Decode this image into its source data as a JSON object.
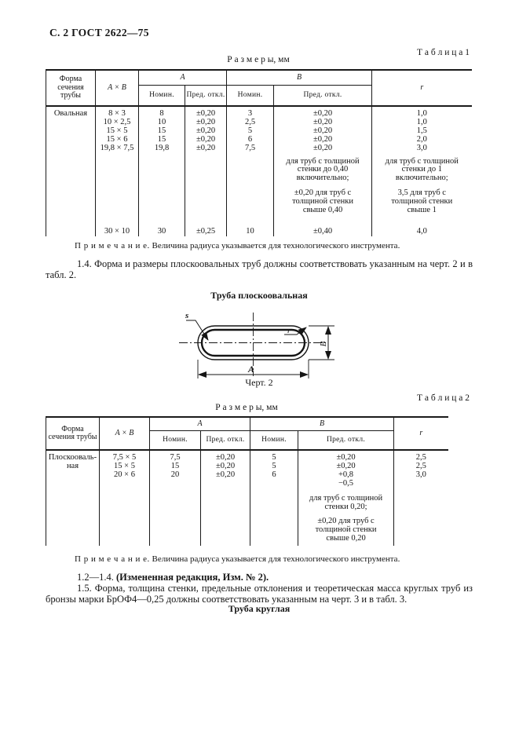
{
  "page": {
    "header": "С. 2 ГОСТ 2622—75"
  },
  "note": {
    "label": "П р и м е ч а н и е.",
    "text": "Величина радиуса указывается для технологического инструмента."
  },
  "table1": {
    "label": "Т а б л и ц а  1",
    "units": "Р а з м е р ы, мм",
    "headers": {
      "shape": "Форма\nсечения\nтрубы",
      "axb": "A × B",
      "a": "A",
      "b": "B",
      "r": "r",
      "nominal": "Номин.",
      "deviation": "Пред. откл."
    },
    "shape": "Овальная",
    "rows": [
      {
        "axb": "8 × 3",
        "a_nom": "8",
        "a_dev": "±0,20",
        "b_nom": "3",
        "b_dev": "±0,20",
        "r": "1,0"
      },
      {
        "axb": "10 × 2,5",
        "a_nom": "10",
        "a_dev": "±0,20",
        "b_nom": "2,5",
        "b_dev": "±0,20",
        "r": "1,0"
      },
      {
        "axb": "15 × 5",
        "a_nom": "15",
        "a_dev": "±0,20",
        "b_nom": "5",
        "b_dev": "±0,20",
        "r": "1,5"
      },
      {
        "axb": "15 × 6",
        "a_nom": "15",
        "a_dev": "±0,20",
        "b_nom": "6",
        "b_dev": "±0,20",
        "r": "2,0"
      },
      {
        "axb": "19,8 × 7,5",
        "a_nom": "19,8",
        "a_dev": "±0,20",
        "b_nom": "7,5",
        "b_dev": "±0,20",
        "r": "3,0"
      }
    ],
    "b_dev_note1": "для труб с толщиной\nстенки до 0,40\nвключительно;",
    "b_dev_note2": "±0,20 для труб с\nтолщиной стенки\nсвыше 0,40",
    "r_note1": "для труб с толщиной\nстенки до 1\nвключительно;",
    "r_note2": "3,5 для труб с\nтолщиной стенки\nсвыше 1",
    "last_row": {
      "axb": "30 × 10",
      "a_nom": "30",
      "a_dev": "±0,25",
      "b_nom": "10",
      "b_dev": "±0,40",
      "r": "4,0"
    }
  },
  "para_1_4": "1.4. Форма и размеры плоскоовальных труб должны соответствовать указанным на черт. 2 и в табл. 2.",
  "figure2": {
    "title": "Труба плоскоовальная",
    "caption": "Черт. 2",
    "labels": {
      "s": "s",
      "r": "r",
      "a": "A",
      "b": "B"
    }
  },
  "table2": {
    "label": "Т а б л и ц а  2",
    "units": "Р а з м е р ы, мм",
    "headers": {
      "shape": "Форма\nсечения трубы",
      "axb": "A × B",
      "a": "A",
      "b": "B",
      "r": "r",
      "nominal": "Номин.",
      "deviation": "Пред. откл."
    },
    "shape": "Плоскооваль-\nная",
    "rows": [
      {
        "axb": "7,5 × 5",
        "a_nom": "7,5",
        "a_dev": "±0,20",
        "b_nom": "5",
        "b_dev": "±0,20",
        "r": "2,5"
      },
      {
        "axb": "15 × 5",
        "a_nom": "15",
        "a_dev": "±0,20",
        "b_nom": "5",
        "b_dev": "±0,20",
        "r": "2,5"
      },
      {
        "axb": "20 × 6",
        "a_nom": "20",
        "a_dev": "±0,20",
        "b_nom": "6",
        "b_dev": "+0,8\n−0,5",
        "r": "3,0"
      }
    ],
    "b_dev_note1": "для труб с толщиной\nстенки 0,20;",
    "b_dev_note2": "±0,20 для труб с\nтолщиной стенки\nсвыше 0,20"
  },
  "para_1_2": {
    "prefix": "1.2—1.4. ",
    "bold": "(Измененная редакция, Изм. № 2)."
  },
  "para_1_5": "1.5. Форма, толщина стенки, предельные отклонения и теоретическая масса круглых труб из бронзы марки БрОФ4—0,25 должны соответствовать указанным на черт. 3 и в табл. 3.",
  "figure3": {
    "title": "Труба круглая"
  }
}
